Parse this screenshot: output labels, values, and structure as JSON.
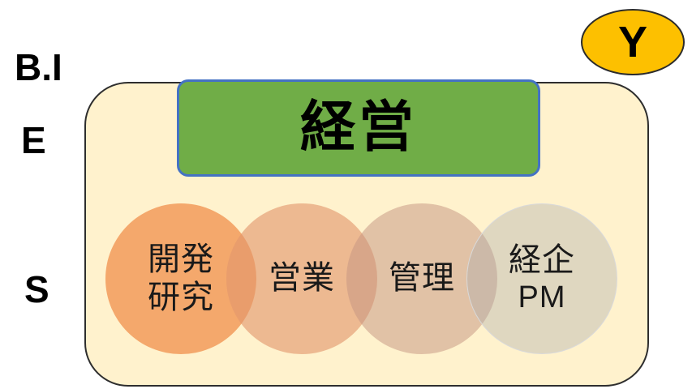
{
  "side_labels": {
    "bi": "B.I",
    "e": "E",
    "s": "S"
  },
  "badge": {
    "text": "Y",
    "color": "#fdc000"
  },
  "container": {
    "background": "#fff2cd"
  },
  "top_box": {
    "text": "経営",
    "fill": "#70ad47",
    "border": "#4472c4"
  },
  "circles": [
    {
      "line1": "開発",
      "line2": "研究"
    },
    {
      "line1": "営業"
    },
    {
      "line1": "管理"
    },
    {
      "line1": "経企",
      "line2": "PM"
    }
  ]
}
